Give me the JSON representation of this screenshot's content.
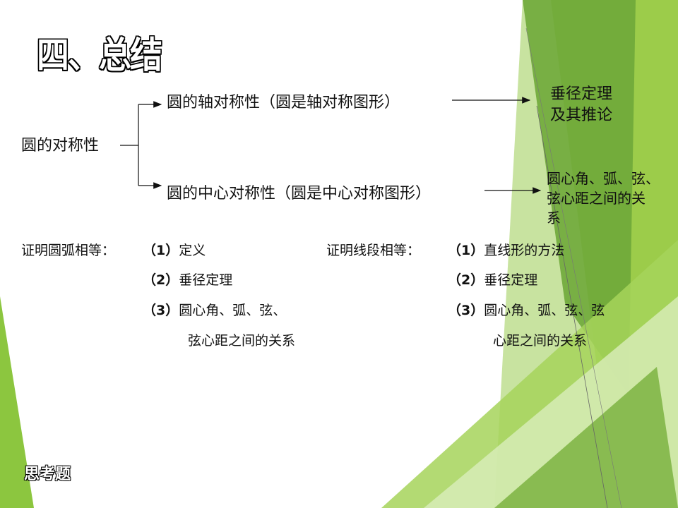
{
  "slide": {
    "title": "四、总结",
    "root": "圆的对称性",
    "branch_axis": "圆的轴对称性（圆是轴对称图形）",
    "branch_center": "圆的中心对称性（圆是中心对称图形）",
    "result_axis_line1": "垂径定理",
    "result_axis_line2": "及其推论",
    "result_center_line1": "圆心角、弧、弦、",
    "result_center_line2": "弦心距之间的关",
    "result_center_line3": "系",
    "left_list": {
      "heading": "证明圆弧相等：",
      "item1_num": "（1）",
      "item1_text": "定义",
      "item2_num": "（2）",
      "item2_text": "垂径定理",
      "item3_num": "（3）",
      "item3_text": "圆心角、弧、弦、",
      "item3_cont": "弦心距之间的关系"
    },
    "right_list": {
      "heading": "证明线段相等：",
      "item1_num": "（1）",
      "item1_text": "直线形的方法",
      "item2_num": "（2）",
      "item2_text": "垂径定理",
      "item3_num": "（3）",
      "item3_text": "圆心角、弧、弦、弦",
      "item3_cont": "心距之间的关系"
    },
    "footer": "思考题"
  },
  "colors": {
    "green_light": "#c8e3a0",
    "green_mid": "#9ccc4a",
    "green_dark": "#6fa83a",
    "green_shadow": "#5a8a2e"
  }
}
